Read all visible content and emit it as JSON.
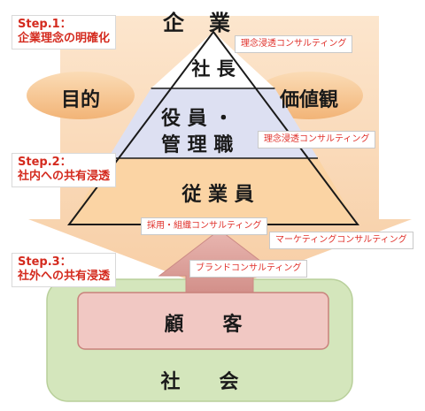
{
  "top_label": "企　業",
  "ellipses": {
    "left": "目的",
    "right": "価値観"
  },
  "pyramid": {
    "tier1": "社 長",
    "tier2_line1": "役 員 ・",
    "tier2_line2": "管 理 職",
    "tier3": "従 業 員"
  },
  "steps": [
    {
      "title": "Step.1：",
      "text": "企業理念の明確化"
    },
    {
      "title": "Step.2：",
      "text": "社内への共有浸透"
    },
    {
      "title": "Step.3：",
      "text": "社外への共有浸透"
    }
  ],
  "tags": {
    "rinen1": "理念浸透コンサルティング",
    "rinen2": "理念浸透コンサルティング",
    "saiyo": "採用・組織コンサルティング",
    "marketing": "マーケティングコンサルティング",
    "brand": "ブランドコンサルティング"
  },
  "customer": "顧　　客",
  "society": "社　　会",
  "colors": {
    "arrow": "#f8d2aa",
    "ellipse": "#f6c48c",
    "tier1": "#ffffff",
    "tier2": "#dde0f2",
    "tier3": "#fbd4a4",
    "customer": "#f1c8c3",
    "society": "#d4e6bc",
    "up_arrow": "#d99490",
    "step_text": "#d42a1e",
    "tag_text": "#e0302a"
  }
}
